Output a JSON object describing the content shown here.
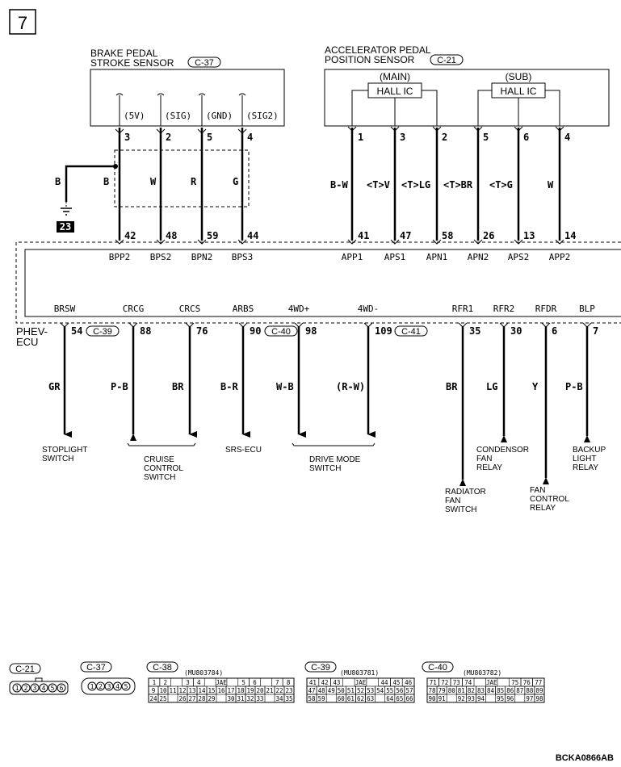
{
  "page_number": "7",
  "footer_code": "BCKA0866AB",
  "brake_sensor": {
    "title_line1": "BRAKE PEDAL",
    "title_line2": "STROKE SENSOR",
    "connector": "C-37",
    "pin_labels": [
      "(5V)",
      "(SIG)",
      "(GND)",
      "(SIG2)"
    ],
    "pins": [
      "3",
      "2",
      "5",
      "4"
    ],
    "wire_colors": [
      "B",
      "W",
      "R",
      "G"
    ],
    "ecu_pins": [
      "42",
      "48",
      "59",
      "44"
    ],
    "ecu_signals": [
      "BPP2",
      "BPS2",
      "BPN2",
      "BPS3"
    ],
    "ground_wire": "B",
    "ground_id": "23"
  },
  "accel_sensor": {
    "title_line1": "ACCELERATOR PEDAL",
    "title_line2": "POSITION SENSOR",
    "connector": "C-21",
    "main_label": "(MAIN)",
    "sub_label": "(SUB)",
    "hall_ic": "HALL IC",
    "pins": [
      "1",
      "3",
      "2",
      "5",
      "6",
      "4"
    ],
    "wire_colors": [
      "B-W",
      "<T>V",
      "<T>LG",
      "<T>BR",
      "<T>G",
      "W"
    ],
    "ecu_pins": [
      "41",
      "47",
      "58",
      "26",
      "13",
      "14"
    ],
    "ecu_signals": [
      "APP1",
      "APS1",
      "APN1",
      "APN2",
      "APS2",
      "APP2"
    ]
  },
  "ecu": {
    "name_line1": "PHEV-",
    "name_line2": "ECU",
    "signals": [
      "BRSW",
      "CRCG",
      "CRCS",
      "ARBS",
      "4WD+",
      "4WD-",
      "RFR1",
      "RFR2",
      "RFDR",
      "BLP"
    ],
    "pins": [
      "54",
      "88",
      "76",
      "90",
      "98",
      "109",
      "35",
      "30",
      "6",
      "7"
    ],
    "connectors": [
      "C-39",
      "C-40",
      "C-41"
    ],
    "wire_colors": [
      "GR",
      "P-B",
      "BR",
      "B-R",
      "W-B",
      "(R-W)",
      "BR",
      "LG",
      "Y",
      "P-B"
    ]
  },
  "destinations": {
    "stoplight": [
      "STOPLIGHT",
      "SWITCH"
    ],
    "cruise": [
      "CRUISE",
      "CONTROL",
      "SWITCH"
    ],
    "srs": [
      "SRS-ECU"
    ],
    "drive_mode": [
      "DRIVE MODE",
      "SWITCH"
    ],
    "radiator": [
      "RADIATOR",
      "FAN",
      "SWITCH"
    ],
    "condensor": [
      "CONDENSOR",
      "FAN",
      "RELAY"
    ],
    "fan_control": [
      "FAN",
      "CONTROL",
      "RELAY"
    ],
    "backup": [
      "BACKUP",
      "LIGHT",
      "RELAY"
    ]
  },
  "connector_views": {
    "c21": {
      "label": "C-21",
      "pins": [
        "1",
        "2",
        "3",
        "4",
        "5",
        "6"
      ]
    },
    "c37": {
      "label": "C-37",
      "pins": [
        "1",
        "2",
        "3",
        "4",
        "5"
      ]
    },
    "c38": {
      "label": "C-38",
      "part": "(MU803784)",
      "rows": [
        [
          "1",
          "2",
          "",
          "3",
          "4",
          "",
          "JAE",
          "",
          "5",
          "6",
          "",
          "7",
          "8"
        ],
        [
          "9",
          "10",
          "11",
          "12",
          "13",
          "14",
          "15",
          "16",
          "17",
          "18",
          "19",
          "20",
          "21",
          "22",
          "23"
        ],
        [
          "24",
          "25",
          "",
          "26",
          "27",
          "28",
          "29",
          "",
          "30",
          "31",
          "32",
          "33",
          "",
          "34",
          "35"
        ]
      ]
    },
    "c39": {
      "label": "C-39",
      "part": "(MU803781)",
      "rows": [
        [
          "41",
          "42",
          "43",
          "",
          "JAE",
          "",
          "44",
          "45",
          "46"
        ],
        [
          "47",
          "48",
          "49",
          "50",
          "51",
          "52",
          "53",
          "54",
          "55",
          "56",
          "57"
        ],
        [
          "58",
          "59",
          "",
          "60",
          "61",
          "62",
          "63",
          "",
          "64",
          "65",
          "66"
        ]
      ]
    },
    "c40": {
      "label": "C-40",
      "part": "(MU803782)",
      "rows": [
        [
          "71",
          "72",
          "73",
          "74",
          "",
          "JAE",
          "",
          "75",
          "76",
          "77"
        ],
        [
          "78",
          "79",
          "80",
          "81",
          "82",
          "83",
          "84",
          "85",
          "86",
          "87",
          "88",
          "89"
        ],
        [
          "90",
          "91",
          "",
          "92",
          "93",
          "94",
          "",
          "95",
          "96",
          "",
          "97",
          "98"
        ]
      ]
    }
  }
}
